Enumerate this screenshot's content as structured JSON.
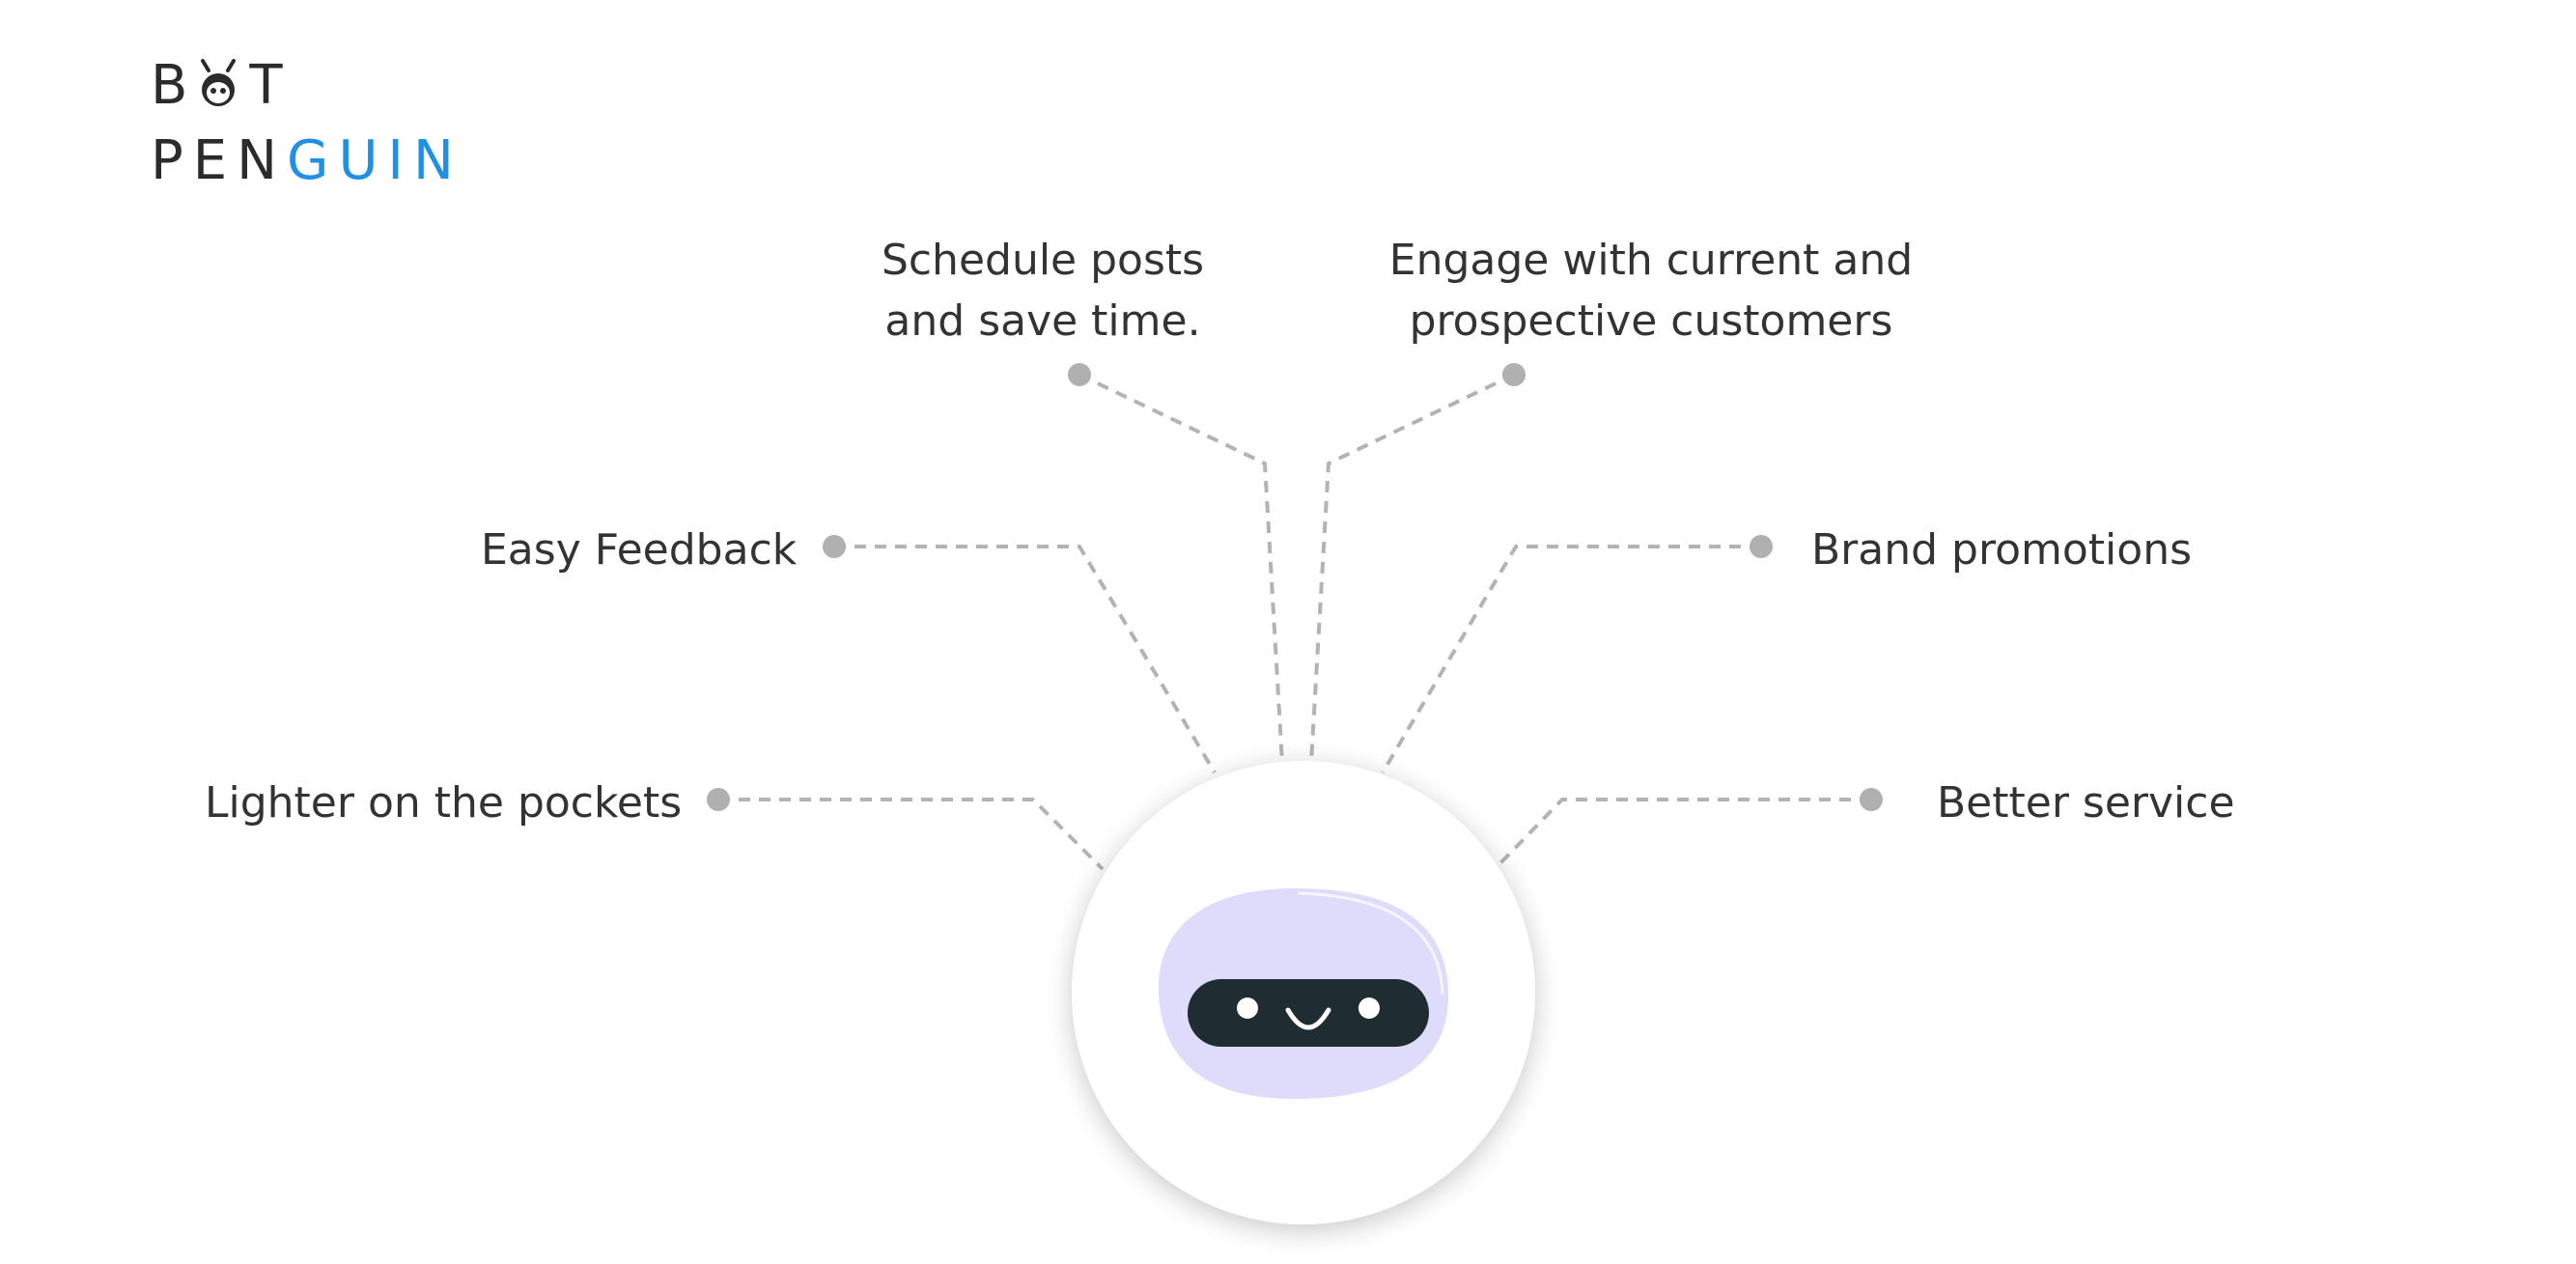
{
  "brand": {
    "line1": [
      "B",
      "T"
    ],
    "line2_dark": "PEN",
    "line2_accent": "GUIN",
    "accent_color": "#1e90e8",
    "text_color": "#2b2b2b"
  },
  "center_icon": "bot-face-icon",
  "features": {
    "schedule": "Schedule posts\nand save time.",
    "engage": "Engage with current and\nprospective customers",
    "feedback": "Easy Feedback",
    "promotions": "Brand promotions",
    "pockets": "Lighter on the pockets",
    "service": "Better service"
  },
  "colors": {
    "connector": "#b3b3b3",
    "dot": "#b0b0b0",
    "bot_head": "#dedcfa",
    "bot_visor": "#1f2d33"
  }
}
